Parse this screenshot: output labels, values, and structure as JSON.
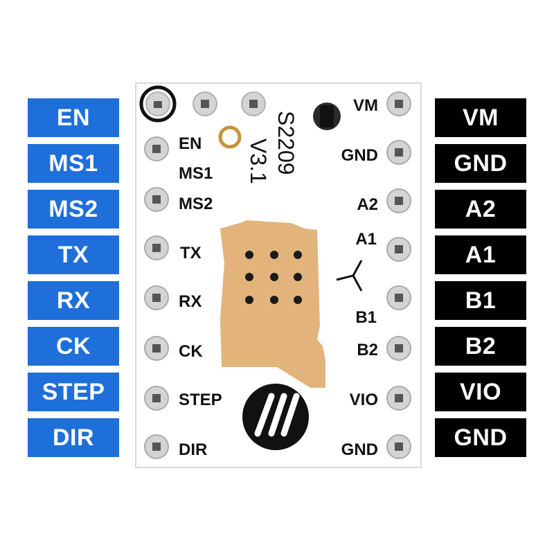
{
  "left_pins": [
    "EN",
    "MS1",
    "MS2",
    "TX",
    "RX",
    "CK",
    "STEP",
    "DIR"
  ],
  "right_pins": [
    "VM",
    "GND",
    "A2",
    "A1",
    "B1",
    "B2",
    "VIO",
    "GND"
  ],
  "board": {
    "chip_name": "S2209",
    "version": "V3.1",
    "silk_left": [
      "EN",
      "MS1",
      "MS2",
      "TX",
      "RX",
      "CK",
      "STEP",
      "DIR"
    ],
    "silk_right": [
      "VM",
      "GND",
      "A2",
      "A1",
      "B1",
      "B2",
      "VIO",
      "GND"
    ],
    "logo_icon": "brand-logo-circle"
  },
  "colors": {
    "left_bg": "#1e6fd9",
    "right_bg": "#000000",
    "board": "#ffffff",
    "copper_pad": "#e2b47c",
    "silk": "#111111"
  }
}
